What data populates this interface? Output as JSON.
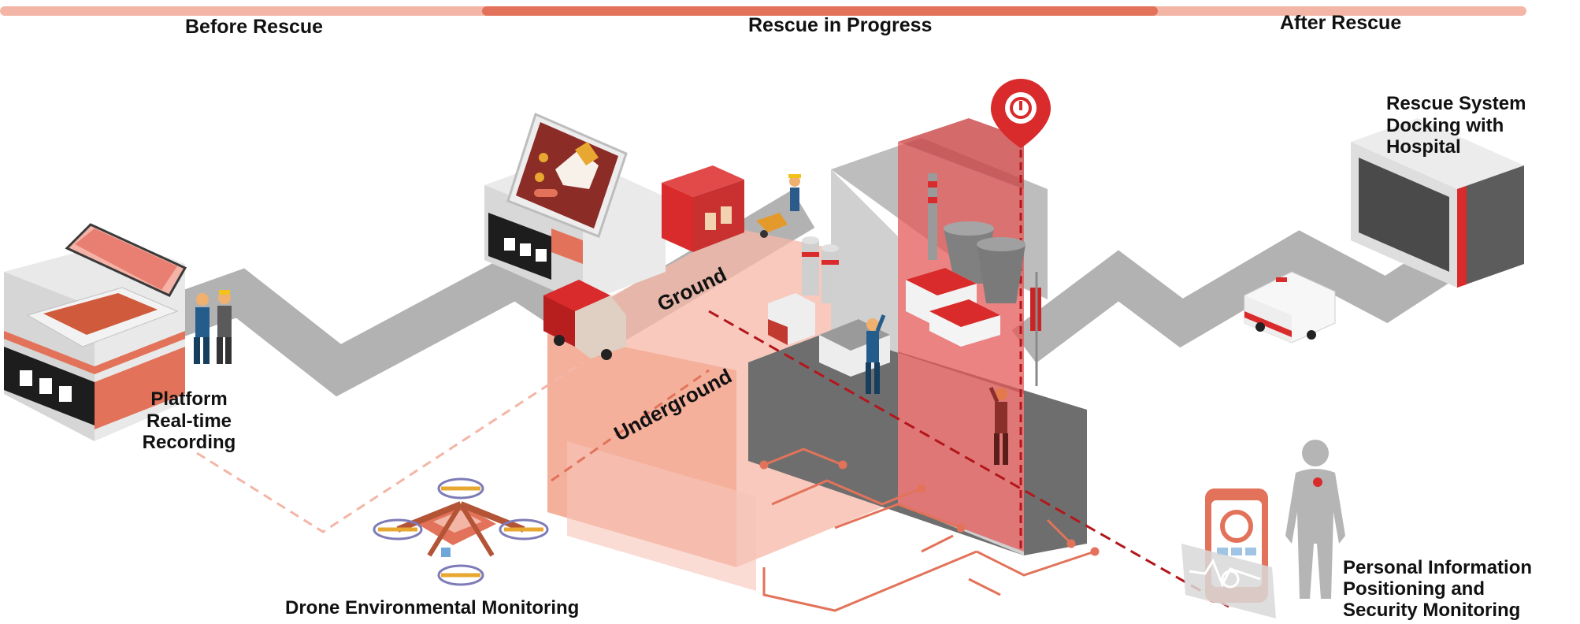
{
  "phases": {
    "before": "Before Rescue",
    "progress": "Rescue in Progress",
    "after": "After Rescue"
  },
  "labels": {
    "ground": "Ground",
    "underground": "Underground",
    "platform": [
      "Platform",
      "Real-time",
      "Recording"
    ],
    "drone": "Drone Environmental Monitoring",
    "hospital": [
      "Rescue System",
      "Docking with",
      "Hospital"
    ],
    "personal": [
      "Personal Information",
      "Positioning and",
      "Security Monitoring"
    ]
  },
  "colors": {
    "accent": "#e2735a",
    "accent_light": "#f3b6a6",
    "red": "#d92b2b",
    "dark_red": "#b3161b",
    "gray": "#a7a7a7",
    "dark": "#3a3a3a"
  }
}
